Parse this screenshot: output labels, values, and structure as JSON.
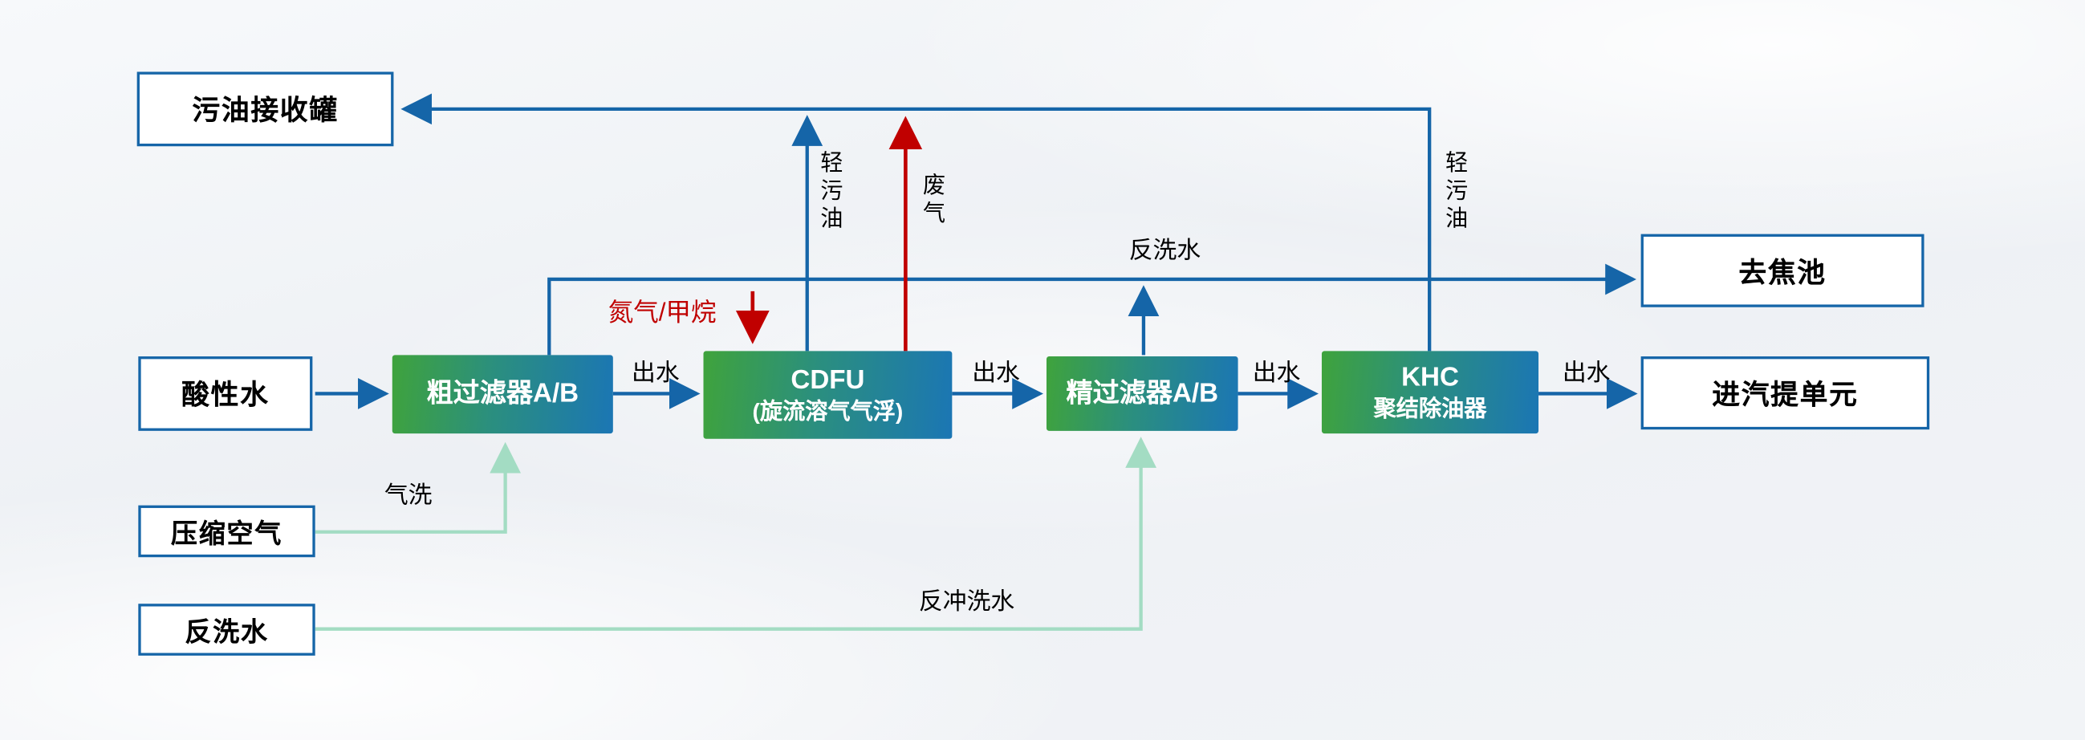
{
  "boxes": {
    "oil_tank": "污油接收罐",
    "acid_water": "酸性水",
    "compressed_air": "压缩空气",
    "backwash_water": "反洗水",
    "coarse_filter": "粗过滤器A/B",
    "cdfu_title": "CDFU",
    "cdfu_sub": "(旋流溶气气浮)",
    "fine_filter": "精过滤器A/B",
    "khc_title": "KHC",
    "khc_sub": "聚结除油器",
    "coke_pool": "去焦池",
    "stripping_unit": "进汽提单元"
  },
  "labels": {
    "outlets": [
      "出水",
      "出水",
      "出水",
      "出水"
    ],
    "light_oil_cdfu": "轻污油",
    "waste_gas": "废气",
    "backwash_line": "反洗水",
    "nitrogen_methane": "氮气/甲烷",
    "gas_wash": "气洗",
    "backflush_water": "反冲洗水",
    "light_oil_khc": "轻污油"
  },
  "colors": {
    "line_blue": "#1565a8",
    "line_red": "#c00000",
    "line_green": "#a3dcc3",
    "box_border": "#1565a8",
    "gradient_green": "#3fa33c",
    "gradient_blue": "#1b76b4"
  }
}
